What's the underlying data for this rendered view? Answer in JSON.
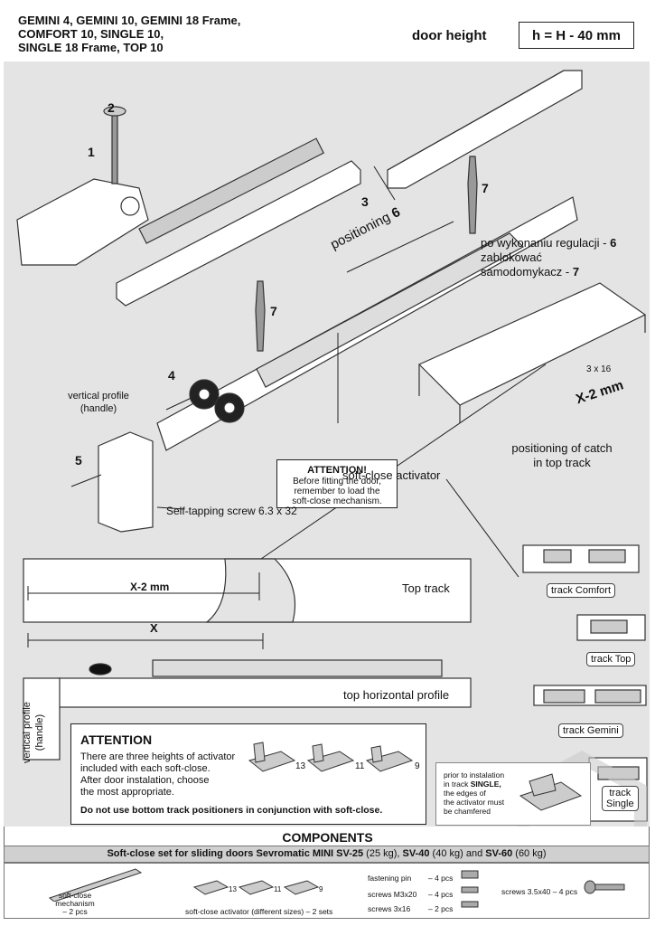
{
  "header": {
    "models": "GEMINI 4, GEMINI 10, GEMINI 18 Frame,\nCOMFORT 10, SINGLE 10,\nSINGLE 18 Frame, TOP 10",
    "door_height_label": "door height",
    "formula": "h = H - 40 mm"
  },
  "steps": {
    "s1": "1",
    "s2": "2",
    "s3": "3",
    "s4": "4",
    "s5": "5",
    "s6": "6",
    "s7a": "7",
    "s7b": "7"
  },
  "labels": {
    "positioning": "positioning",
    "adjust_line1": "po wykonaniu regulacji - ",
    "adjust_num6": "6",
    "adjust_line2": "zablokować",
    "adjust_line3": "samodomykacz - ",
    "adjust_num7": "7",
    "vertical_profile_handle": "vertical profile\n(handle)",
    "attention_title": "ATTENTION!",
    "attention_text": "Before fitting the door,\nremember to load the\nsoft-close mechanism.",
    "screw_3x16": "3 x 16",
    "x_minus_2": "X-2 mm",
    "positioning_catch": "positioning of catch\nin top track",
    "soft_close_activator": "soft-close activator",
    "self_tapping": "Self-tapping screw 6.3 x 32",
    "x_minus_2_track": "X-2 mm",
    "top_track": "Top track",
    "x_label": "X",
    "top_horizontal_profile": "top horizontal profile",
    "vertical_profile_rot": "vertical profile\n(handle)"
  },
  "tracks": {
    "comfort": "track Comfort",
    "top": "track Top",
    "gemini": "track Gemini",
    "single": "track\nSingle"
  },
  "attention_panel": {
    "title": "ATTENTION",
    "text": "There are three heights of activator\nincluded with each soft-close.\nAfter door instalation, choose\nthe most appropriate.",
    "warning": "Do not use bottom track positioners in conjunction with soft-close.",
    "h13": "13",
    "h11": "11",
    "h9": "9"
  },
  "chamfer_note": {
    "line1": "prior to instalation",
    "line2_pre": "in track ",
    "line2_bold": "SINGLE,",
    "line3": "the edges of",
    "line4": "the activator must",
    "line5": "be chamfered"
  },
  "components": {
    "title": "COMPONENTS",
    "subtitle_pre": "Soft-close set for sliding doors ",
    "subtitle_brand": "Sevromatic MINI SV-25",
    "subtitle_25": " (25 kg), ",
    "subtitle_sv40": "SV-40",
    "subtitle_40": " (40 kg) and ",
    "subtitle_sv60": "SV-60",
    "subtitle_60": " (60 kg)",
    "mechanism": "soft-close\nmechanism\n– 2 pcs",
    "activator": "soft-close activator (different sizes) – 2 sets",
    "h13": "13",
    "h11": "11",
    "h9": "9",
    "pin": "fastening pin",
    "pin_qty": "– 4 pcs",
    "m3": "screws M3x20",
    "m3_qty": "– 4 pcs",
    "s316": "screws 3x16",
    "s316_qty": "– 2 pcs",
    "s35": "screws 3.5x40 – 4 pcs"
  }
}
